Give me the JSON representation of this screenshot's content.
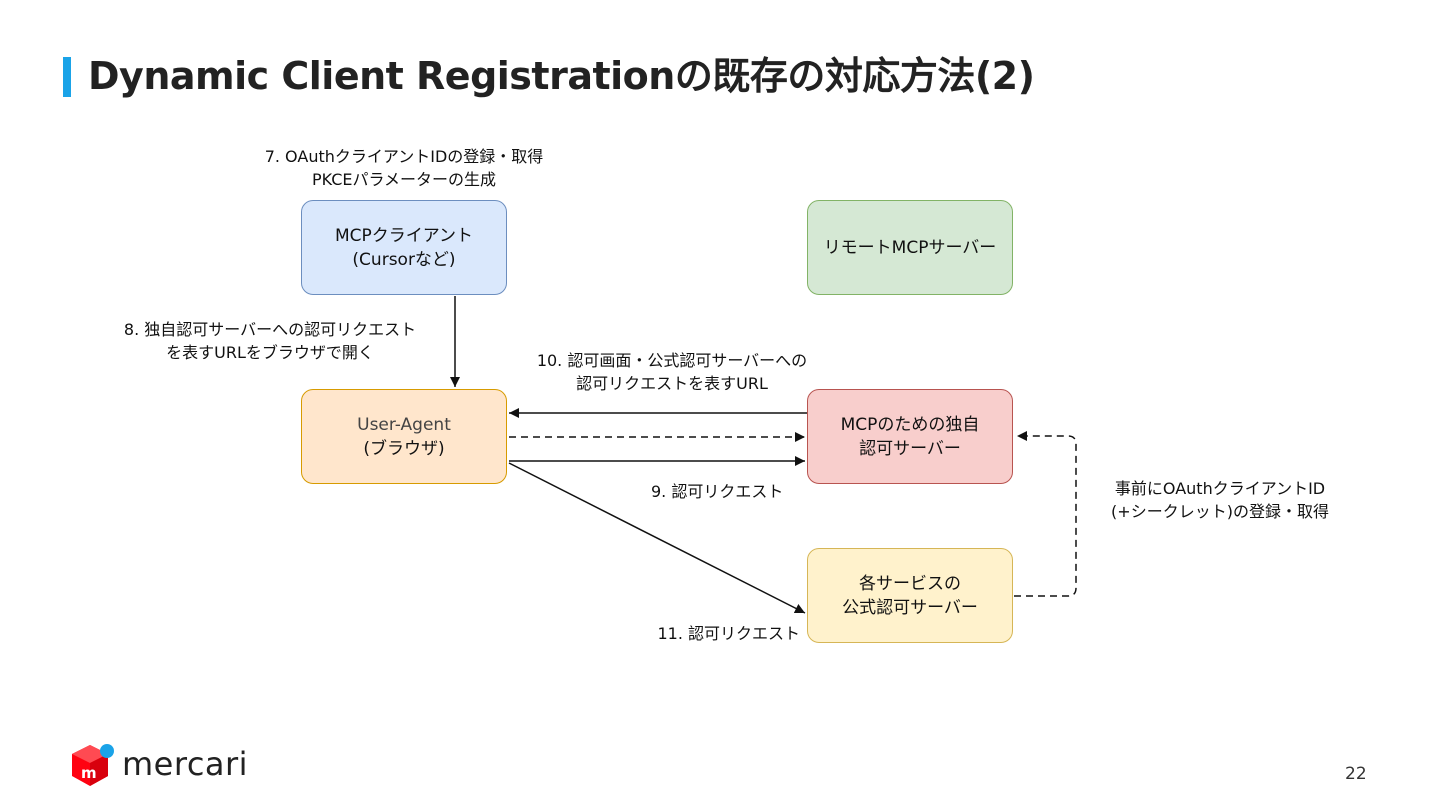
{
  "title": "Dynamic Client Registrationの既存の対応方法(2)",
  "colors": {
    "accent": "#1aa3e8",
    "client_fill": "#dae8fc",
    "client_stroke": "#6c8ebf",
    "remote_fill": "#d5e8d4",
    "remote_stroke": "#82b366",
    "agent_fill": "#ffe6cc",
    "agent_stroke": "#d79b00",
    "auth_fill": "#f8cecc",
    "auth_stroke": "#b85450",
    "official_fill": "#fff2cc",
    "official_stroke": "#d6b656",
    "logo_red": "#ff0211",
    "logo_blue": "#1aa3e8"
  },
  "nodes": {
    "mcp_client": [
      "MCPクライアント",
      "(Cursorなど)"
    ],
    "remote_mcp_server": [
      "リモートMCPサーバー"
    ],
    "user_agent": [
      "User-Agent",
      "(ブラウザ)"
    ],
    "custom_auth_server": [
      "MCPのための独自",
      "認可サーバー"
    ],
    "official_auth_server": [
      "各サービスの",
      "公式認可サーバー"
    ]
  },
  "labels": {
    "step7": [
      "7. OAuthクライアントIDの登録・取得",
      "PKCEパラメーターの生成"
    ],
    "step8": [
      "8. 独自認可サーバーへの認可リクエスト",
      "を表すURLをブラウザで開く"
    ],
    "step10": [
      "10. 認可画面・公式認可サーバーへの",
      "認可リクエストを表すURL"
    ],
    "step9": "9. 認可リクエスト",
    "step11": "11. 認可リクエスト",
    "pre_registration": [
      "事前にOAuthクライアントID",
      "(+シークレット)の登録・取得"
    ]
  },
  "logo": {
    "text": "mercari",
    "icon": "mercari-m-cube-icon"
  },
  "page_number": "22"
}
